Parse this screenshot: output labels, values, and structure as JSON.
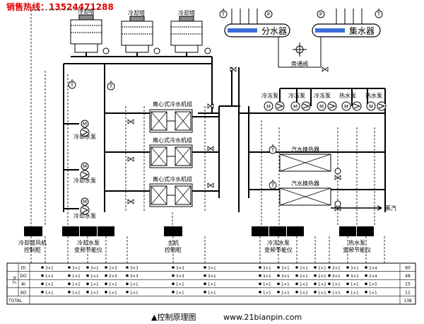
{
  "hotline": "销售热线：13524471288",
  "cooling_towers": {
    "labels": [
      "冷却塔",
      "冷却塔",
      "冷却塔"
    ]
  },
  "header": {
    "supply": "分水器",
    "return": "集水器",
    "bypass_valve": "旁通阀"
  },
  "chillers": {
    "labels": [
      "离心式冷水机组",
      "离心式冷水机组",
      "离心式冷水机组"
    ]
  },
  "cooling_pumps": {
    "labels": [
      "冷却水泵",
      "冷却水泵",
      "冷却水泵"
    ]
  },
  "chilled_pumps": {
    "labels": [
      "冷冻泵",
      "冷冻泵",
      "冷冻泵"
    ]
  },
  "hot_pumps": {
    "labels": [
      "热水泵",
      "热水泵"
    ]
  },
  "heat_exchangers": {
    "labels": [
      "汽水换热器",
      "汽水换热器"
    ]
  },
  "steam": {
    "label": "蒸汽"
  },
  "sensors": {
    "temp": "T",
    "pressure": "P",
    "motor": "M"
  },
  "cabinets": {
    "cooling_fan": [
      "冷却塔风机",
      "控制柜"
    ],
    "cooling_pump": [
      "冷却水泵",
      "变频节能仪"
    ],
    "host": [
      "主机",
      "控制柜"
    ],
    "chilled_pump": [
      "冷冻水泵",
      "变频节能仪"
    ],
    "hot_pump": [
      "热水泵",
      "变频节能仪"
    ]
  },
  "plc": {
    "name": "PLC",
    "rows": [
      "DI",
      "DO",
      "AI",
      "AO",
      "TOTAL"
    ],
    "totals": [
      "60",
      "48",
      "15",
      "11",
      "138"
    ],
    "cells": {
      "DI": [
        "3×1",
        "3×1",
        "3×1",
        "2×3",
        "3×3",
        "3×3",
        "3×1",
        "3×1",
        "3×1",
        "2×1",
        "2×1",
        "3×1",
        "3×1",
        "2×4"
      ],
      "DO": [
        "1×1",
        "1×1",
        "1×1",
        "2×3",
        "3×3",
        "3×3",
        "3×1",
        "3×1",
        "3×1",
        "2×1",
        "2×1",
        "3×1",
        "3×1",
        "2×4"
      ],
      "AI": [
        "1×2",
        "1×1",
        "1×1",
        "1×1",
        "1×1",
        "1×1",
        "1×1",
        "1×1",
        "1×1",
        "1×2",
        "1×2",
        "1×1",
        "1×1",
        "1×5"
      ],
      "AO": [
        "1×1",
        "1×1",
        "1×1",
        "1×1",
        "1×1",
        "1×1",
        "1×1",
        "1×1",
        "1×1",
        "1×2",
        "1×1",
        "1×1",
        "1×1",
        "1×1"
      ]
    }
  },
  "caption": {
    "title": "▲控制原理图",
    "url": "www.21bianpin.com"
  }
}
